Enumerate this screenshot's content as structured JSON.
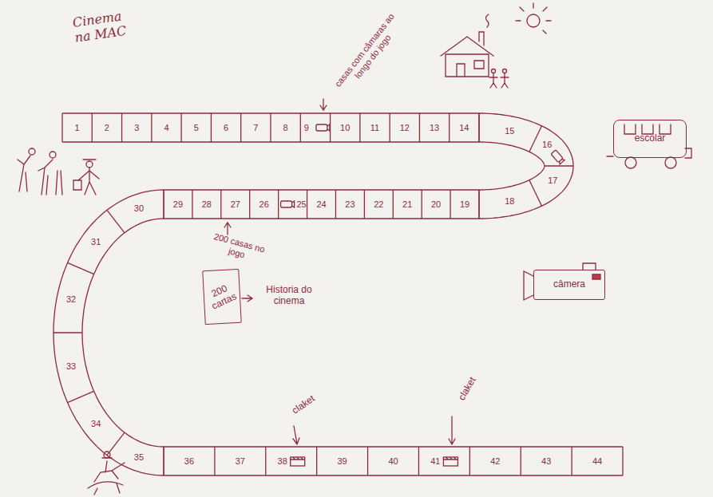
{
  "diagram": {
    "title": "Cinema na MAC",
    "nodes": [
      {
        "text": [
          "1"
        ]
      },
      {
        "text": [
          "2"
        ]
      },
      {
        "text": [
          "3"
        ]
      },
      {
        "text": [
          "4"
        ]
      },
      {
        "text": [
          "5"
        ]
      },
      {
        "text": [
          "6"
        ]
      },
      {
        "text": [
          "7"
        ]
      },
      {
        "text": [
          "8"
        ]
      },
      {
        "text": [
          "9"
        ]
      },
      {
        "text": [
          "10"
        ]
      },
      {
        "text": [
          "11"
        ]
      },
      {
        "text": [
          "12"
        ]
      },
      {
        "text": [
          "13"
        ]
      },
      {
        "text": [
          "14"
        ]
      },
      {
        "text": [
          "15"
        ]
      },
      {
        "text": [
          "16"
        ]
      },
      {
        "text": [
          "17"
        ]
      },
      {
        "text": [
          "18"
        ]
      },
      {
        "text": [
          "19"
        ]
      },
      {
        "text": [
          "20"
        ]
      },
      {
        "text": [
          "21"
        ]
      },
      {
        "text": [
          "22"
        ]
      },
      {
        "text": [
          "23"
        ]
      },
      {
        "text": [
          "24"
        ]
      },
      {
        "text": [
          "25"
        ]
      },
      {
        "text": [
          "26"
        ]
      },
      {
        "text": [
          "27"
        ]
      },
      {
        "text": [
          "28"
        ]
      },
      {
        "text": [
          "29"
        ]
      },
      {
        "text": [
          "30"
        ]
      },
      {
        "text": [
          "31"
        ]
      },
      {
        "text": [
          "32"
        ]
      },
      {
        "text": [
          "33"
        ]
      },
      {
        "text": [
          "34"
        ]
      },
      {
        "text": [
          "35"
        ]
      },
      {
        "text": [
          "36"
        ]
      },
      {
        "text": [
          "37"
        ]
      },
      {
        "text": [
          "38"
        ]
      },
      {
        "text": [
          "39"
        ]
      },
      {
        "text": [
          "40"
        ]
      },
      {
        "text": [
          "41"
        ]
      },
      {
        "text": [
          "42"
        ]
      },
      {
        "text": [
          "43"
        ]
      },
      {
        "text": [
          "44"
        ]
      },
      {
        "text": [
          "200 cartas"
        ]
      },
      {
        "text": [
          "escolar"
        ]
      },
      {
        "text": [
          "câmera"
        ]
      }
    ],
    "labels": [
      "casas com câmaras ao longo do jogo",
      "200 casas no jogo",
      "Historia do cinema",
      "claket",
      "claket"
    ]
  }
}
